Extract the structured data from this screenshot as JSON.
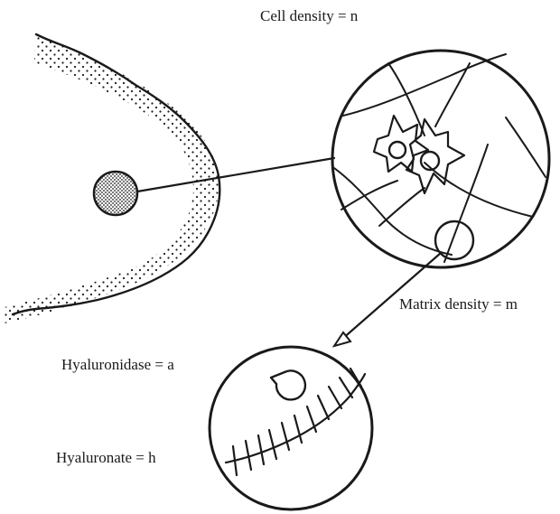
{
  "labels": {
    "cell_density": "Cell density = n",
    "matrix_density": "Matrix density = m",
    "hyaluronidase": "Hyaluronidase = a",
    "hyaluronate": "Hyaluronate = h"
  },
  "colors": {
    "ink": "#1a1a1a",
    "background": "#ffffff"
  }
}
